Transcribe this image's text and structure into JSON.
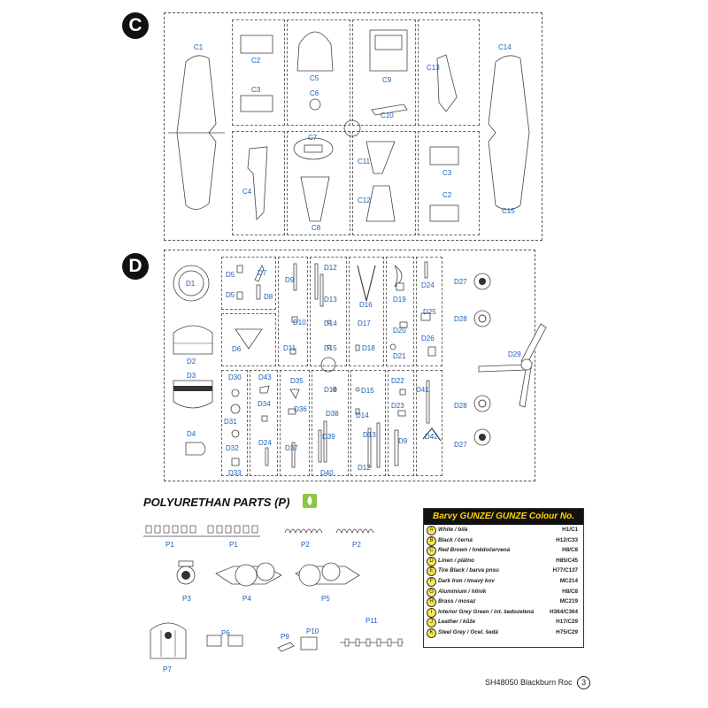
{
  "sprue_c": {
    "badge": "C",
    "labels": {
      "C1": "C1",
      "C2a": "C2",
      "C3a": "C3",
      "C5": "C5",
      "C6": "C6",
      "C9": "C9",
      "C10": "C10",
      "C13": "C13",
      "C14": "C14",
      "C4": "C4",
      "C7": "C7",
      "C8": "C8",
      "C11": "C11",
      "C12": "C12",
      "C3b": "C3",
      "C2b": "C2",
      "C15": "C15"
    }
  },
  "sprue_d": {
    "badge": "D",
    "labels": {
      "D1": "D1",
      "D5a": "D5",
      "D5b": "D5",
      "D7": "D7",
      "D8": "D8",
      "D9a": "D9",
      "D12a": "D12",
      "D13a": "D13",
      "D16": "D16",
      "D19": "D19",
      "D24a": "D24",
      "D27a": "D27",
      "D28a": "D28",
      "D10": "D10",
      "D14a": "D14",
      "D17": "D17",
      "D25": "D25",
      "D20": "D20",
      "D2": "D2",
      "D6": "D6",
      "D11": "D11",
      "D15a": "D15",
      "D18a": "D18",
      "D26": "D26",
      "D21": "D21",
      "D29": "D29",
      "D3": "D3",
      "D30": "D30",
      "D43": "D43",
      "D35": "D35",
      "D18b": "D18",
      "D15b": "D15",
      "D22": "D22",
      "D41": "D41",
      "D28b": "D28",
      "D34": "D34",
      "D36": "D36",
      "D38": "D38",
      "D14b": "D14",
      "D23": "D23",
      "D31": "D31",
      "D4": "D4",
      "D24b": "D24",
      "D39": "D39",
      "D13b": "D13",
      "D9b": "D9",
      "D42": "D42",
      "D27b": "D27",
      "D32": "D32",
      "D37": "D37",
      "D40": "D40",
      "D12b": "D12",
      "D33": "D33"
    }
  },
  "polyurethane": {
    "title": "POLYURETHAN PARTS (P)",
    "labels": {
      "P1a": "P1",
      "P1b": "P1",
      "P2a": "P2",
      "P2b": "P2",
      "P3": "P3",
      "P4": "P4",
      "P5": "P5",
      "P6": "P6",
      "P7": "P7",
      "P9": "P9",
      "P10": "P10",
      "P11": "P11"
    }
  },
  "legend": {
    "title": "Barvy GUNZE/ GUNZE Colour No.",
    "rows": [
      {
        "key": "A",
        "name": "White / bílá",
        "code": "H1/C1"
      },
      {
        "key": "B",
        "name": "Black / černá",
        "code": "H12/C33"
      },
      {
        "key": "C",
        "name": "Red Brown / hnědočervená",
        "code": "H8/C8"
      },
      {
        "key": "D",
        "name": "Linen / plátno",
        "code": "H85/C45"
      },
      {
        "key": "E",
        "name": "Tire Black / barva pnsu",
        "code": "H77/C137"
      },
      {
        "key": "F",
        "name": "Dark Iron / tmavý kov",
        "code": "MC214"
      },
      {
        "key": "G",
        "name": "Aluminium / hliník",
        "code": "H8/C8"
      },
      {
        "key": "H",
        "name": "Brass / mosaz",
        "code": "MC219"
      },
      {
        "key": "I",
        "name": "Interior Grey Green / int. šedozelená",
        "code": "H364/C364"
      },
      {
        "key": "J",
        "name": "Leather / kůže",
        "code": "H17/C29"
      },
      {
        "key": "K",
        "name": "Steel Grey / Ocel. šedá",
        "code": "H75/C29"
      }
    ]
  },
  "footer": {
    "code": "SH48050",
    "model": "Blackburn Roc",
    "page": "3"
  },
  "colors": {
    "label": "#1a5fb4",
    "legend_header_bg": "#111111",
    "legend_header_text": "#ffd400",
    "resin_icon": "#8dc63f"
  }
}
